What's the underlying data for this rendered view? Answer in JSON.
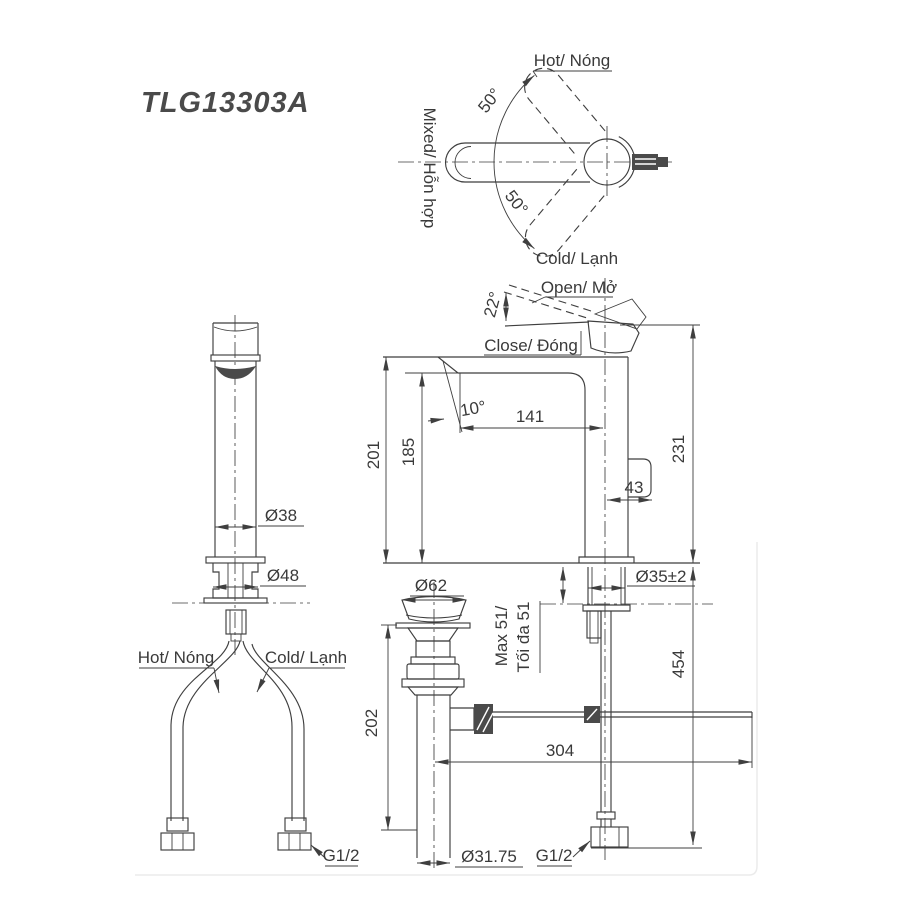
{
  "title": "TLG13303A",
  "colors": {
    "line": "#3f3f3f",
    "text": "#3a3a3a",
    "dark_fill": "#4a4a4a"
  },
  "top_view": {
    "hot_label": "Hot/ Nóng",
    "cold_label": "Cold/ Lạnh",
    "mixed_label": "Mixed/ Hỗn hợp",
    "swing_angle_upper": "50°",
    "swing_angle_lower": "50°"
  },
  "side_view": {
    "open_label": "Open/ Mở",
    "close_label": "Close/ Đóng",
    "open_angle": "22°",
    "spout_tip_angle": "10°",
    "spout_reach": "141",
    "body_height": "201",
    "outlet_height": "185",
    "total_height": "231",
    "handle_offset": "43",
    "shank_dia": "Ø35±2",
    "deck_thickness_max_en": "Max 51/",
    "deck_thickness_max_vi": "Tối đa 51",
    "supply_length": "454",
    "rod_reach": "304",
    "supply_thread": "G1/2"
  },
  "front_view": {
    "body_dia": "Ø38",
    "base_dia": "Ø48",
    "hot_hose_label": "Hot/ Nóng",
    "cold_hose_label": "Cold/ Lạnh",
    "hose_thread": "G1/2"
  },
  "drain": {
    "flange_dia": "Ø62",
    "tailpiece_length": "202",
    "tailpiece_dia": "Ø31.75"
  }
}
